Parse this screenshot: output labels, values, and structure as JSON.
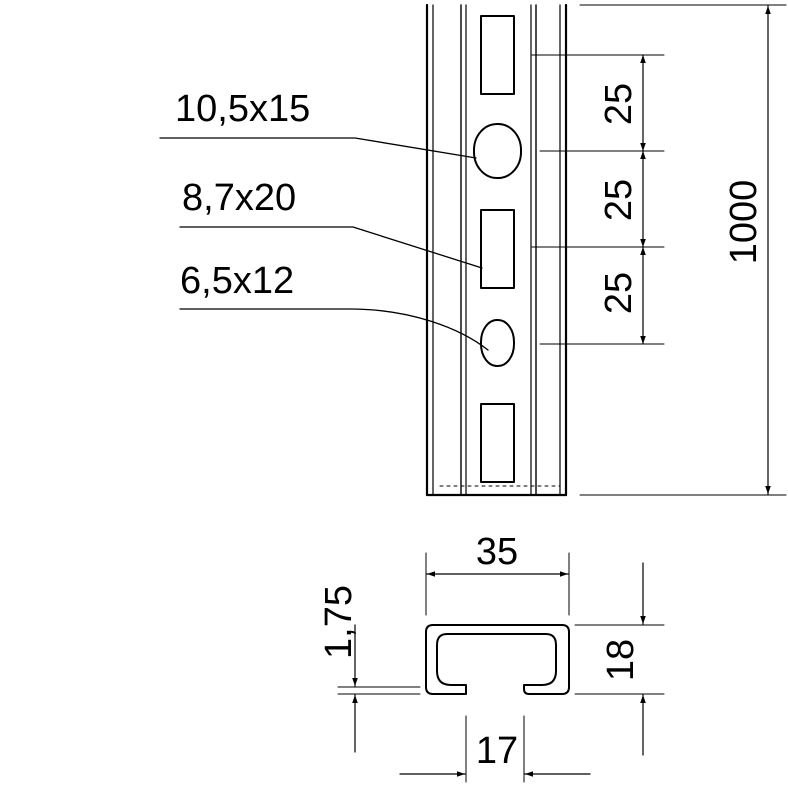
{
  "hole_labels": {
    "round_slot": "10,5x15",
    "rect_slot": "8,7x20",
    "small_slot": "6,5x12"
  },
  "dimensions": {
    "pitch_1": "25",
    "pitch_2": "25",
    "pitch_3": "25",
    "length": "1000",
    "width": "35",
    "thickness": "1,75",
    "height": "18",
    "opening": "17"
  }
}
